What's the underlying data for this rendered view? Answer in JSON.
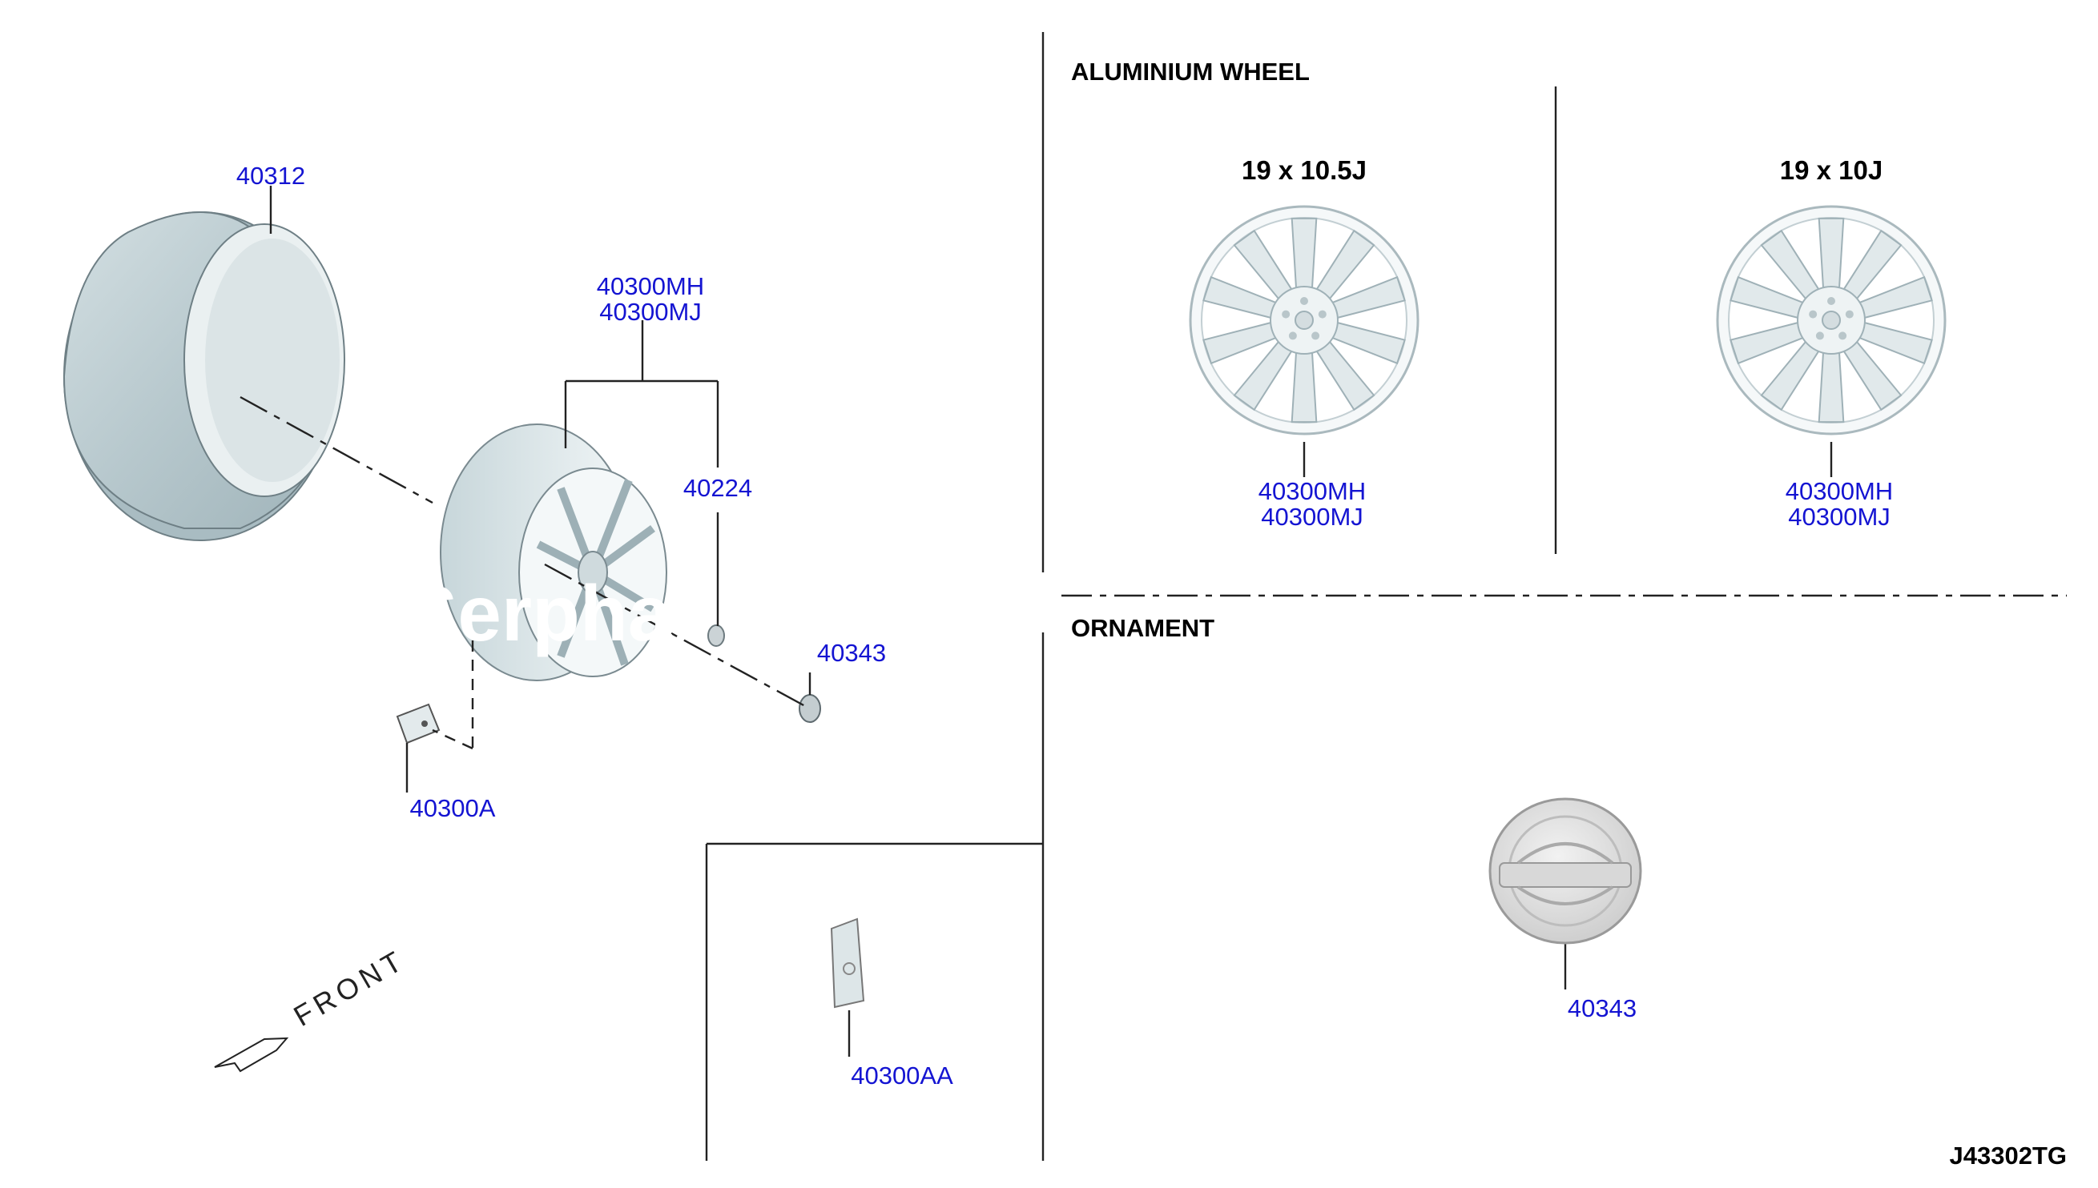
{
  "diagram_id": "J43302TG",
  "watermark": "Serpha",
  "front_label": "FRONT",
  "sections": {
    "aluminium_wheel": {
      "heading": "ALUMINIUM WHEEL",
      "variants": [
        {
          "size": "19 x 10.5J",
          "part_numbers": [
            "40300MH",
            "40300MJ"
          ]
        },
        {
          "size": "19 x 10J",
          "part_numbers": [
            "40300MH",
            "40300MJ"
          ]
        }
      ]
    },
    "ornament": {
      "heading": "ORNAMENT",
      "part_number": "40343"
    }
  },
  "exploded_parts": {
    "tire": "40312",
    "wheel_top": "40300MH",
    "wheel_bottom": "40300MJ",
    "valve": "40224",
    "center_cap": "40343",
    "sensor": "40300A",
    "weight": "40300AA"
  },
  "colors": {
    "part_number": "#1414d2",
    "line": "#222222",
    "tire_fill": "#b9c9ce",
    "wheel_fill": "#e4edef"
  }
}
